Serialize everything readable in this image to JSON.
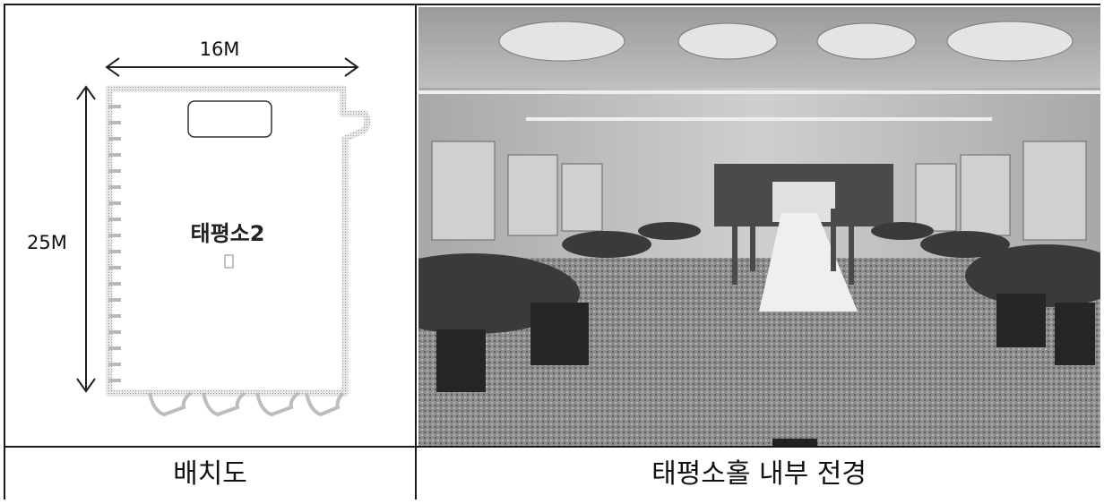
{
  "floorplan": {
    "width_label": "16M",
    "height_label": "25M",
    "room_name": "태평소2"
  },
  "captions": {
    "left": "배치도",
    "right": "태평소홀 내부 전경"
  }
}
